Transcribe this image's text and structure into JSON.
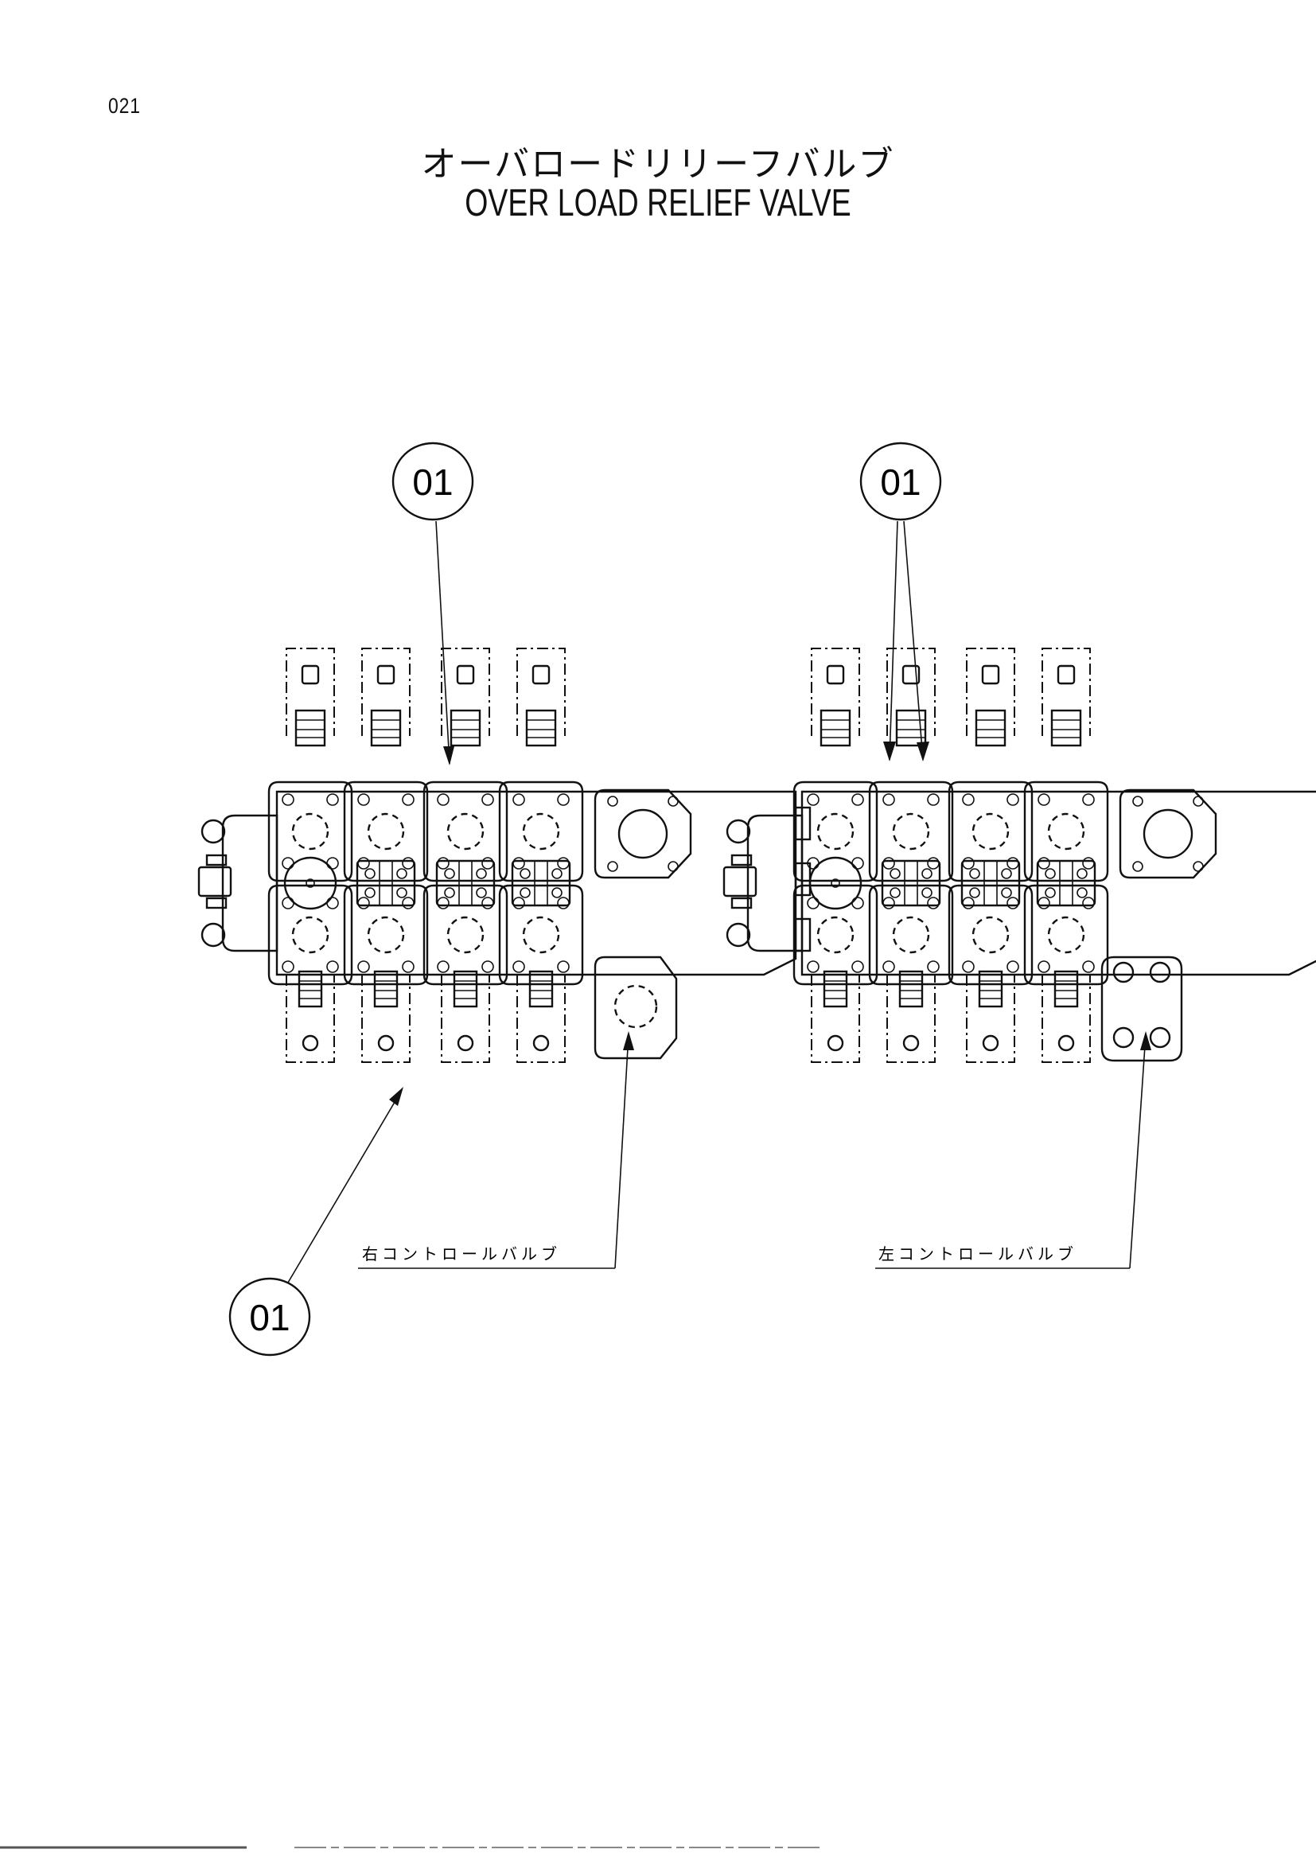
{
  "page_number": "021",
  "title_jp": "オーバロードリリーフバルブ",
  "title_en": "OVER LOAD RELIEF VALVE",
  "callouts": {
    "right_top": "01",
    "right_bottom": "01",
    "left_top": "01"
  },
  "captions": {
    "right_valve": "右コントロールバルブ",
    "left_valve": "左コントロールバルブ"
  }
}
